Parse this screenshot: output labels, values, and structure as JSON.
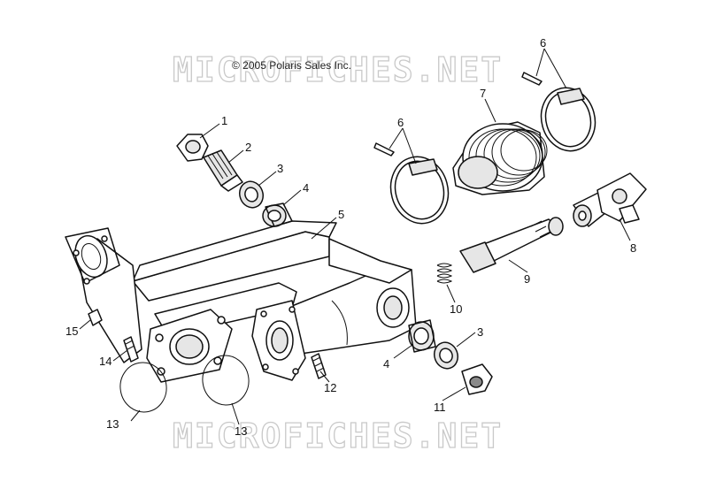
{
  "copyright": "© 2005 Polaris Sales Inc.",
  "watermark": "MICROFICHES.NET",
  "callouts": [
    {
      "id": "1",
      "text": "1"
    },
    {
      "id": "2",
      "text": "2"
    },
    {
      "id": "3a",
      "text": "3"
    },
    {
      "id": "4a",
      "text": "4"
    },
    {
      "id": "5",
      "text": "5"
    },
    {
      "id": "6a",
      "text": "6"
    },
    {
      "id": "6b",
      "text": "6"
    },
    {
      "id": "7",
      "text": "7"
    },
    {
      "id": "8",
      "text": "8"
    },
    {
      "id": "9",
      "text": "9"
    },
    {
      "id": "10",
      "text": "10"
    },
    {
      "id": "3b",
      "text": "3"
    },
    {
      "id": "4b",
      "text": "4"
    },
    {
      "id": "11",
      "text": "11"
    },
    {
      "id": "12",
      "text": "12"
    },
    {
      "id": "13a",
      "text": "13"
    },
    {
      "id": "13b",
      "text": "13"
    },
    {
      "id": "14",
      "text": "14"
    },
    {
      "id": "15",
      "text": "15"
    }
  ]
}
